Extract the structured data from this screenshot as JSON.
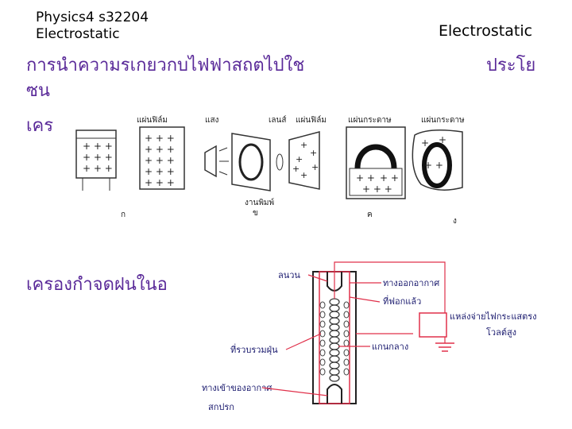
{
  "header": {
    "course_line": "Physics4 s32204",
    "topic_line": "Electrostatic",
    "topic_right": "Electrostatic"
  },
  "slide": {
    "heading_part1": "การนำความรเกยวกบไฟฟาสถตไปใช",
    "heading_part2": "ซน",
    "heading_right": "ประโย",
    "item1": "เคร",
    "item2": "เครองกำจดฝนในอ"
  },
  "copier_diagram": {
    "labels": {
      "film1": "แผ่นฟิล์ม",
      "light": "แสง",
      "lens": "เลนส์",
      "film2": "แผ่นฟิล์ม",
      "paper1": "แผ่นกระดาษ",
      "paper2": "แผ่นกระดาษ",
      "print_line1": "งานพิมพ์",
      "print_line2": "ข",
      "step_a": "ก",
      "step_c": "ค",
      "step_d": "ง"
    }
  },
  "precipitator_diagram": {
    "labels": {
      "smoke": "ลนวน",
      "air_out": "ทางออกอากาศ",
      "clean": "ที่ฟอกแล้ว",
      "power1": "แหล่งจ่ายไฟกระแสตรง",
      "power2": "โวลต์สูง",
      "dust": "ที่รวบรวมฝุ่น",
      "rod": "แกนกลาง",
      "air_in": "ทางเข้าของอากาศ",
      "dirty": "สกปรก"
    }
  },
  "colors": {
    "heading_purple": "#5a2a99",
    "wire_red": "#e0304a"
  }
}
